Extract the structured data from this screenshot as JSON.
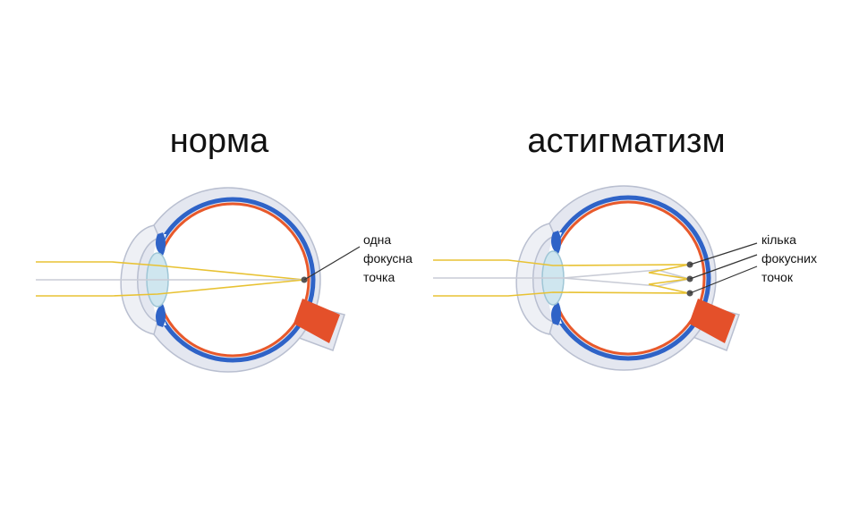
{
  "colors": {
    "background": "#ffffff",
    "sclera_outer": "#d9dde8",
    "sclera_stroke": "#b9bfd0",
    "choroid": "#2f63c7",
    "retina": "#e8592b",
    "cornea_fill": "#eef0f5",
    "lens_fill": "#cfe6ef",
    "lens_stroke": "#9fc6d6",
    "iris": "#2f63c7",
    "optic_nerve": "#e4502a",
    "ray_yellow": "#e8c233",
    "ray_gray": "#c9ccd6",
    "pointer": "#333333",
    "focus_dot": "#555555",
    "text": "#111111"
  },
  "panels": [
    {
      "title": "норма",
      "note_lines": [
        "одна",
        "фокусна",
        "точка"
      ]
    },
    {
      "title": "астигматизм",
      "note_lines": [
        "кілька",
        "фокусних",
        "точок"
      ]
    }
  ]
}
